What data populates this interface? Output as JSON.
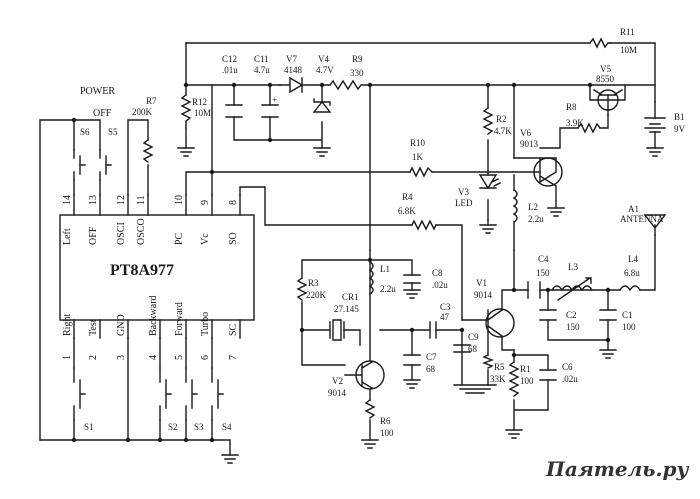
{
  "power": {
    "title": "POWER",
    "off": "OFF"
  },
  "ic": {
    "name": "PT8A977",
    "top_pins": [
      {
        "num": "14",
        "label": "Left"
      },
      {
        "num": "13",
        "label": "OFF"
      },
      {
        "num": "12",
        "label": "OSCI"
      },
      {
        "num": "11",
        "label": "OSCO"
      },
      {
        "num": "10",
        "label": "PC"
      },
      {
        "num": "9",
        "label": "Vc"
      },
      {
        "num": "8",
        "label": "SO"
      }
    ],
    "bottom_pins": [
      {
        "num": "1",
        "label": "Right"
      },
      {
        "num": "2",
        "label": "Test"
      },
      {
        "num": "3",
        "label": "GND"
      },
      {
        "num": "4",
        "label": "Backward"
      },
      {
        "num": "5",
        "label": "Forward"
      },
      {
        "num": "6",
        "label": "Turbo"
      },
      {
        "num": "7",
        "label": "SC"
      }
    ]
  },
  "parts": {
    "S6": "S6",
    "S5": "S5",
    "S1": "S1",
    "S2": "S2",
    "S3": "S3",
    "S4": "S4",
    "R7": "R7",
    "R7v": "200K",
    "R12": "R12",
    "R12v": "10M",
    "C12": "C12",
    "C12v": ".01u",
    "C11": "C11",
    "C11v": "4.7u",
    "V7": "V7",
    "V7v": "4148",
    "V4": "V4",
    "V4v": "4.7V",
    "R9": "R9",
    "R9v": "330",
    "R11": "R11",
    "R11v": "10M",
    "V5": "V5",
    "V5v": "8550",
    "R8": "R8",
    "R8v": "3.9K",
    "B1": "B1",
    "B1v": "9V",
    "R2": "R2",
    "R2v": "4.7K",
    "V6": "V6",
    "V6v": "9013",
    "R10": "R10",
    "R10v": "1K",
    "V3": "V3",
    "V3v": "LED",
    "R4": "R4",
    "R4v": "6.8K",
    "L2": "L2",
    "L2v": "2.2u",
    "A1": "A1",
    "A1v": "ANTENNA",
    "R3": "R3",
    "R3v": "220K",
    "L1": "L1",
    "L1v": "2.2u",
    "C8": "C8",
    "C8v": ".02u",
    "CR1": "CR1",
    "CR1v": "27.145",
    "C3": "C3",
    "C3v": "47",
    "V1": "V1",
    "V1v": "9014",
    "C4": "C4",
    "C4v": "150",
    "L3": "L3",
    "L4": "L4",
    "L4v": "6.8u",
    "C2": "C2",
    "C2v": "150",
    "C1": "C1",
    "C1v": "100",
    "C9": "C9",
    "C9v": "68",
    "C7": "C7",
    "C7v": "68",
    "R5": "R5",
    "R5v": "33K",
    "R1": "R1",
    "R1v": "100",
    "C6": "C6",
    "C6v": ".02u",
    "V2": "V2",
    "V2v": "9014",
    "R6": "R6",
    "R6v": "100"
  },
  "watermark": "Паятель.ру"
}
